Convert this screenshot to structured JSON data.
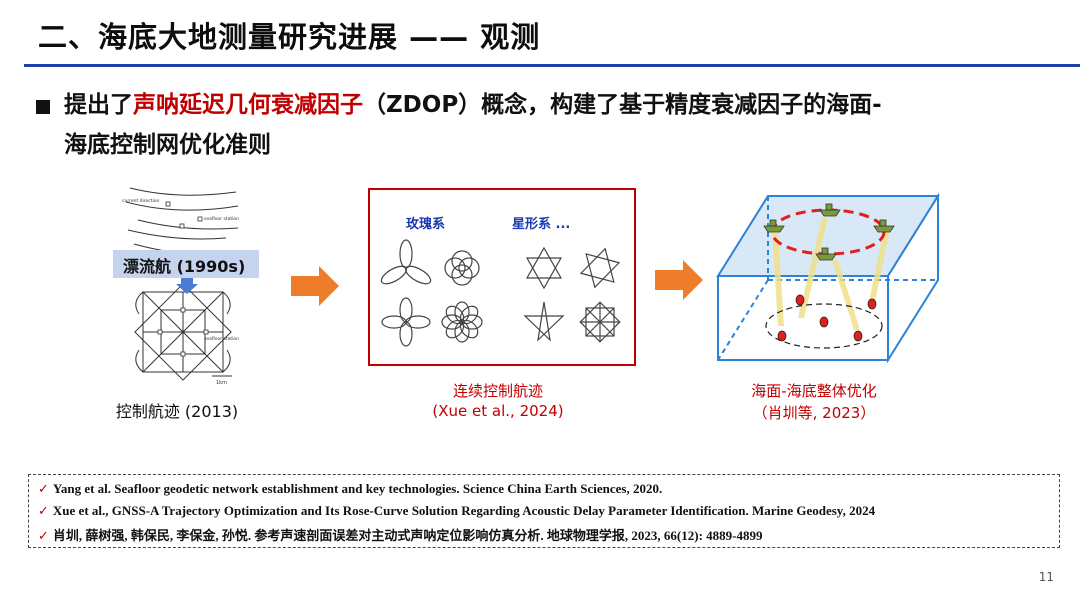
{
  "header": {
    "title": "二、海底大地测量研究进展 —— 观测"
  },
  "bullet": {
    "line1_prefix": "提出了",
    "line1_highlight": "声呐延迟几何衰减因子",
    "line1_suffix": "（ZDOP）概念，构建了基于精度衰减因子的海面-",
    "line2": "海底控制网优化准则"
  },
  "panel_left": {
    "tag_label": "漂流航 (1990s)",
    "caption": "控制航迹 (2013)",
    "diagram_labels": {
      "current_direction": "current direction",
      "seafloor_station_top": "seafloor station",
      "seafloor_station_bottom": "seafloor station",
      "scale": "1km"
    }
  },
  "panel_middle": {
    "label_rose": "玫瑰系",
    "label_star": "星形系 ...",
    "caption_line1": "连续控制航迹",
    "caption_line2": "(Xue et al., 2024)"
  },
  "panel_right": {
    "caption_line1": "海面-海底整体优化",
    "caption_line2": "（肖圳等, 2023）"
  },
  "references": [
    "Yang et al. Seafloor geodetic network establishment and key technologies. Science China Earth Sciences, 2020.",
    "Xue et al., GNSS-A Trajectory Optimization and Its Rose-Curve Solution Regarding Acoustic Delay Parameter Identification. Marine Geodesy, 2024",
    "肖圳, 薛树强, 韩保民, 李保金, 孙悦. 参考声速剖面误差对主动式声呐定位影响仿真分析. 地球物理学报, 2023, 66(12): 4889-4899"
  ],
  "check_mark": "✓",
  "page_number": "11",
  "colors": {
    "accent_blue": "#1f3fa8",
    "highlight_red": "#c00000",
    "arrow_orange": "#ee7d2b",
    "tag_blue": "#c5d3ee",
    "box_blue": "#2b82d9"
  }
}
